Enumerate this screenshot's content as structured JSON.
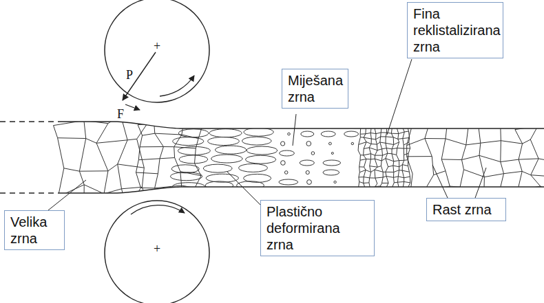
{
  "diagram": {
    "nodes": [
      {
        "text": [
          "Miješana zrna"
        ]
      },
      {
        "text": [
          "Fina reklistalizirana zrna"
        ]
      },
      {
        "text": [
          "Velika zrna"
        ]
      },
      {
        "text": [
          "Plastično deformirana zrna"
        ]
      },
      {
        "text": [
          "Rast zrna"
        ]
      }
    ],
    "labels": [
      "P",
      "F",
      "+",
      "+"
    ]
  }
}
